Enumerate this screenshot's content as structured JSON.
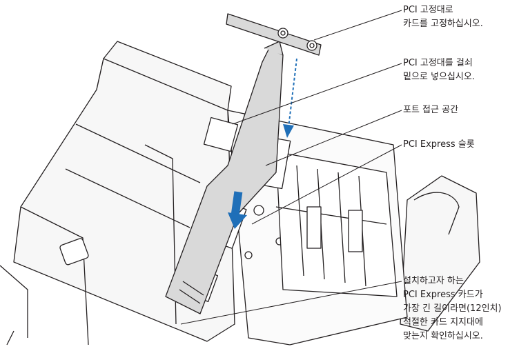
{
  "callouts": {
    "pci_bracket": {
      "line1": "PCI 고정대로",
      "line2": "카드를 고정하십시오."
    },
    "latch": {
      "line1": "PCI 고정대를 걸쇠",
      "line2": "밑으로 넣으십시오."
    },
    "port_access": {
      "line1": "포트 접근 공간"
    },
    "slot": {
      "line1": "PCI Express 슬롯"
    },
    "long_card": {
      "line1": "설치하고자 하는",
      "line2": "PCI Express 카드가",
      "line3": "가장 긴 길이라면(12인치)",
      "line4": "적절한 카드 지지대에",
      "line5": "맞는지 확인하십시오."
    }
  },
  "colors": {
    "line": "#231f20",
    "card_fill": "#d9d9d9",
    "chassis_fill": "#f7f7f7",
    "arrow_blue": "#1f6fb8"
  }
}
